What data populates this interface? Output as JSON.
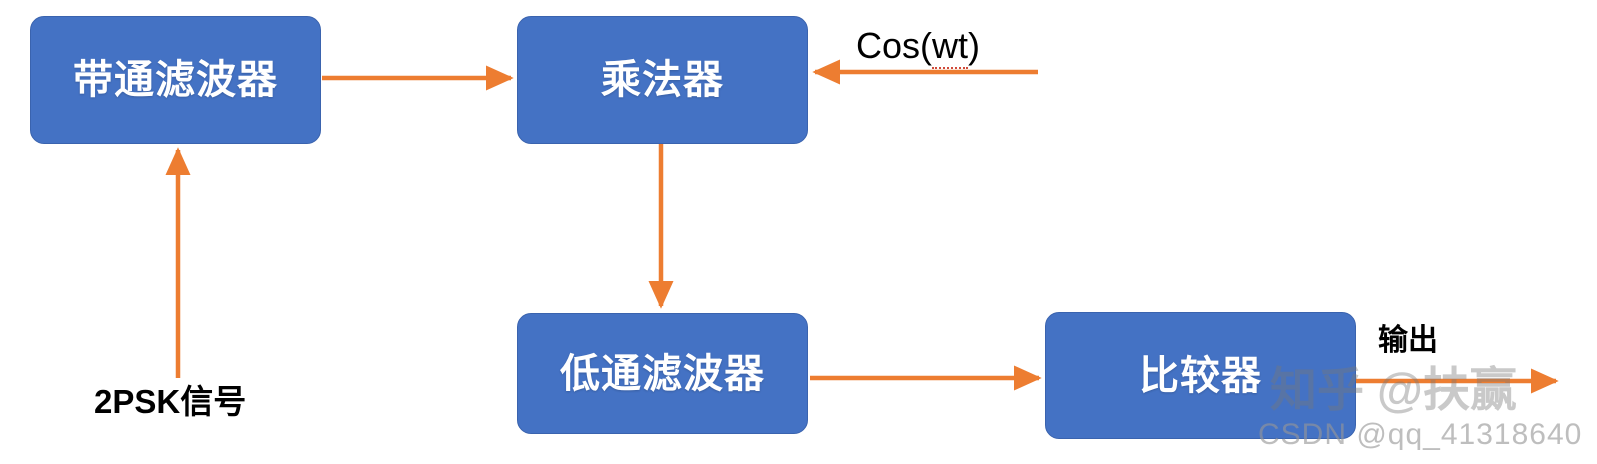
{
  "diagram": {
    "title": "2PSK coherent demodulation block diagram",
    "colors": {
      "block_fill": "#4472C4",
      "block_stroke": "#3A63AE",
      "block_text": "#FFFFFF",
      "arrow": "#ED7D31",
      "label_text": "#000000",
      "background": "#FFFFFF"
    },
    "blocks": [
      {
        "id": "bandpass-filter",
        "label": "带通滤波器"
      },
      {
        "id": "multiplier",
        "label": "乘法器"
      },
      {
        "id": "lowpass-filter",
        "label": "低通滤波器"
      },
      {
        "id": "comparator",
        "label": "比较器"
      }
    ],
    "labels": {
      "carrier": "Cos(wt)",
      "carrier_plain": "Cos(",
      "carrier_misspelled": "wt",
      "carrier_tail": ")",
      "input_signal": "2PSK信号",
      "output": "输出"
    },
    "connections": [
      {
        "id": "bpf-to-multiplier",
        "from": "bandpass-filter",
        "to": "multiplier",
        "direction": "right"
      },
      {
        "id": "carrier-to-multiplier",
        "from": "Cos(wt)",
        "to": "multiplier",
        "direction": "left"
      },
      {
        "id": "input-to-bpf",
        "from": "2PSK信号",
        "to": "bandpass-filter",
        "direction": "up"
      },
      {
        "id": "multiplier-to-lpf",
        "from": "multiplier",
        "to": "lowpass-filter",
        "direction": "down"
      },
      {
        "id": "lpf-to-comparator",
        "from": "lowpass-filter",
        "to": "comparator",
        "direction": "right"
      },
      {
        "id": "comparator-to-output",
        "from": "comparator",
        "to": "输出",
        "direction": "right"
      }
    ]
  },
  "watermarks": {
    "zhihu": "知乎 @扶赢",
    "csdn": "CSDN @qq_41318640"
  }
}
